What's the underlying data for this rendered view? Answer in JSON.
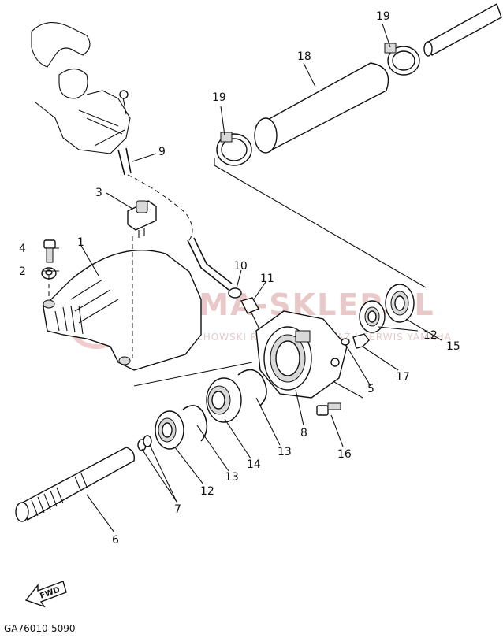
{
  "diagram_code": "GA76010-5090",
  "fwd_label": "FWD",
  "watermark": {
    "main": "YAMA-SKLEP.PL",
    "sub": "WOJCIECHOWSKI ROMAN SPRZEDAŻ I SERWIS YAMAHA"
  },
  "callouts": {
    "c1": "1",
    "c2": "2",
    "c3": "3",
    "c4": "4",
    "c5": "5",
    "c6": "6",
    "c7": "7",
    "c8": "8",
    "c9": "9",
    "c10": "10",
    "c11": "11",
    "c12a": "12",
    "c12b": "12",
    "c13a": "13",
    "c13b": "13",
    "c14": "14",
    "c15": "15",
    "c16": "16",
    "c17": "17",
    "c18": "18",
    "c19a": "19",
    "c19b": "19"
  }
}
